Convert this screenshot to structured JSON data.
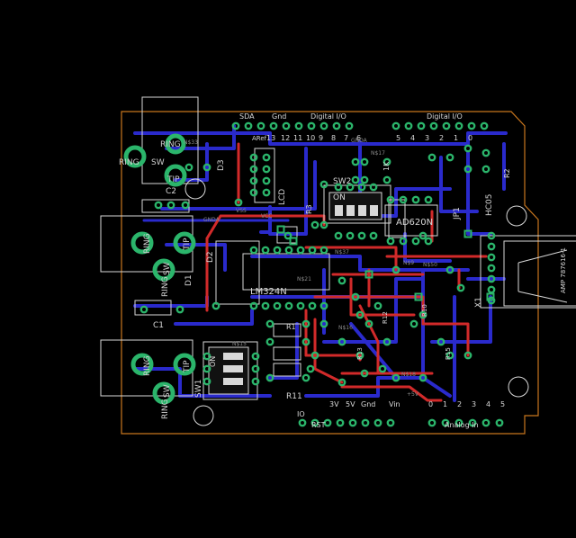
{
  "header": {
    "sda": "SDA",
    "gnd": "Gnd",
    "digital_io_left": "Digital I/O",
    "digital_io_right": "Digital I/O",
    "aref": "ARef",
    "top_pins": [
      "13",
      "12",
      "11",
      "10",
      "9",
      "8",
      "7",
      "6",
      "5",
      "4",
      "3",
      "2",
      "1",
      "0"
    ]
  },
  "footer": {
    "io": "IO",
    "rst": "RST",
    "v3": "3V",
    "v5": "5V",
    "gnd": "Gnd",
    "vin": "Vin",
    "analog_in": "Analog In",
    "analog_pins": [
      "0",
      "1",
      "2",
      "3",
      "4",
      "5"
    ]
  },
  "components": {
    "ic_main": "LM324N",
    "ic_amp": "AD620N",
    "usb": "AMP 787616-1",
    "lcd": "LCD",
    "sw1": "SW1",
    "sw2": "SW2",
    "on": "ON",
    "hc05": "HC05",
    "jp1": "JP1",
    "x1": "X1",
    "c1": "C1",
    "c2": "C2",
    "d1": "D1",
    "d2": "D2",
    "d3": "D3",
    "r1": "R1",
    "r2": "R2",
    "r3": "R3",
    "r11": "R11",
    "r12": "R12",
    "r13": "R13",
    "r15": "R15",
    "r10": "R10",
    "r_1k": "1K"
  },
  "jacks": {
    "ring": "RING",
    "sw": "SW",
    "tip": "TIP"
  },
  "nets": {
    "vcc": "VCC",
    "vss": "VSS",
    "gnda": "GNDA",
    "n33": "N$33",
    "n37": "N$37",
    "n21": "N$21",
    "n15": "N$15",
    "n16": "N$16",
    "n18": "N$18",
    "n9": "N$9",
    "n50": "N$50",
    "n17": "N$17",
    "plus5v": "+5V"
  },
  "colors": {
    "background": "#000000",
    "top_copper": "#d22a2a",
    "bottom_copper": "#2a2acc",
    "pad": "#2bb56b",
    "silkscreen": "#d8d8d8",
    "outline": "#c8761e"
  }
}
